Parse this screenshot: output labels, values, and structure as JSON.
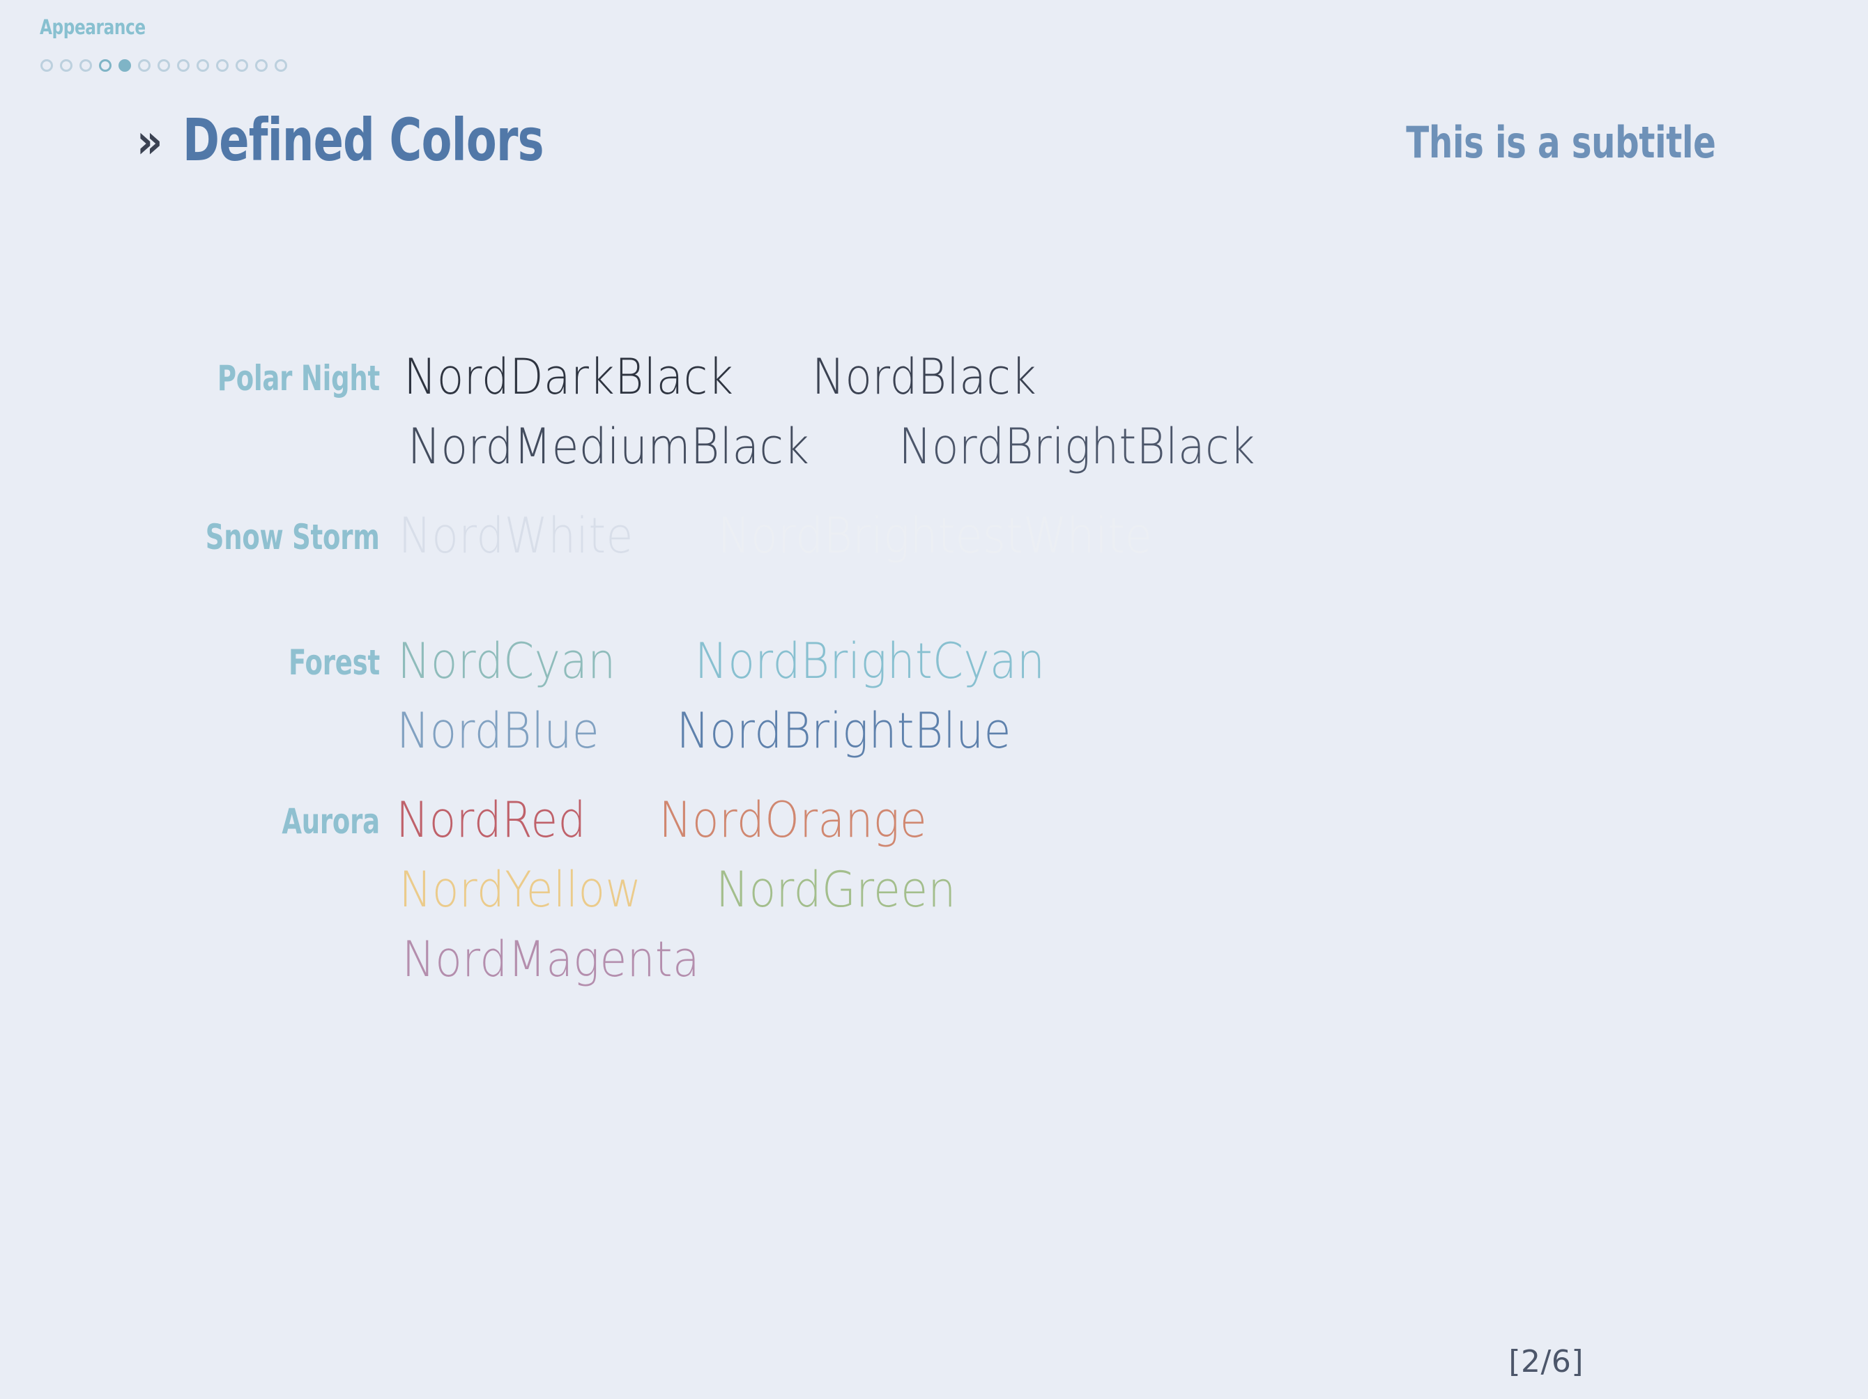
{
  "slide": {
    "section_label": "Appearance",
    "title_chevron": "»",
    "title": "Defined Colors",
    "subtitle": "This is a subtitle",
    "page_number": "[2/6]",
    "background_color": "#E9EDF5",
    "accent_color": "#88C0D0",
    "title_color": "#5178A8"
  },
  "progress": {
    "total": 13,
    "current_index": 3,
    "filled_index": 4,
    "dot_empty_color": "#BCD0DE",
    "dot_active_color": "#7FB4C6"
  },
  "groups": [
    {
      "label": "Polar Night",
      "rows": [
        [
          {
            "name": "NordDarkBlack",
            "color": "#2E3440"
          },
          {
            "name": "NordBlack",
            "color": "#3B4252"
          }
        ],
        [
          {
            "name": "NordMediumBlack",
            "color": "#434C5E"
          },
          {
            "name": "NordBrightBlack",
            "color": "#4C566A"
          }
        ]
      ]
    },
    {
      "label": "Snow Storm",
      "rows": [
        [
          {
            "name": "NordWhite",
            "color": "#D8DEE9"
          },
          {
            "name": "NordBrightestWhite",
            "color": "#ECEFF4"
          }
        ]
      ]
    },
    {
      "label": "Forest",
      "rows": [
        [
          {
            "name": "NordCyan",
            "color": "#8FBCBB"
          },
          {
            "name": "NordBrightCyan",
            "color": "#88C0D0"
          }
        ],
        [
          {
            "name": "NordBlue",
            "color": "#81A1C1"
          },
          {
            "name": "NordBrightBlue",
            "color": "#5E81AC"
          }
        ]
      ]
    },
    {
      "label": "Aurora",
      "rows": [
        [
          {
            "name": "NordRed",
            "color": "#BF616A"
          },
          {
            "name": "NordOrange",
            "color": "#D08770"
          }
        ],
        [
          {
            "name": "NordYellow",
            "color": "#EBCB8B"
          },
          {
            "name": "NordGreen",
            "color": "#A3BE8C"
          }
        ],
        [
          {
            "name": "NordMagenta",
            "color": "#B48EAD"
          }
        ]
      ]
    }
  ]
}
